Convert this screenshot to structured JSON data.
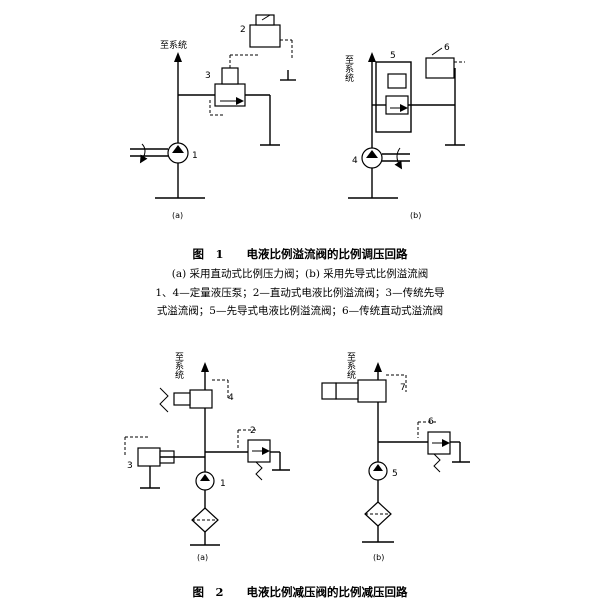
{
  "fig1": {
    "a": {
      "system_label": "至系统",
      "n1": "1",
      "n2": "2",
      "n3": "3",
      "sub": "(a)"
    },
    "b": {
      "system_label": "至系统",
      "n4": "4",
      "n5": "5",
      "n6": "6",
      "sub": "(b)"
    },
    "caption_title": "图　1　　电液比例溢流阀的比例调压回路",
    "caption_sub": "(a) 采用直动式比例压力阀；(b) 采用先导式比例溢流阀",
    "caption_line3": "1、4—定量液压泵；2—直动式电液比例溢流阀；3—传统先导",
    "caption_line4": "式溢流阀；5—先导式电液比例溢流阀；6—传统直动式溢流阀"
  },
  "fig2": {
    "a": {
      "system_label": "至系统",
      "n1": "1",
      "n2": "2",
      "n3": "3",
      "n4": "4",
      "sub": "(a)"
    },
    "b": {
      "system_label": "至系统",
      "n5": "5",
      "n6": "6",
      "n7": "7",
      "sub": "(b)"
    },
    "caption_title": "图　2　　电液比例减压阀的比例减压回路"
  }
}
